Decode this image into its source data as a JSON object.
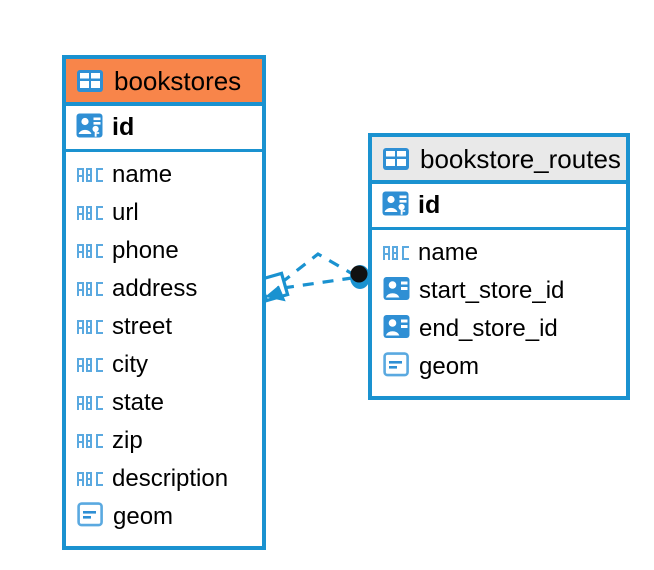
{
  "diagram": {
    "type": "entity-relationship-diagram",
    "colors": {
      "border": "#1a92d0",
      "highlight_header": "#f8854a",
      "default_header": "#e9e9e9",
      "icon_blue": "#2f8fd4",
      "icon_light_blue": "#5aa9e0",
      "text": "#000000",
      "background": "#ffffff",
      "endpoint_dark": "#111111"
    }
  },
  "entities": [
    {
      "name": "bookstores",
      "header_icon": "table-icon",
      "header_state": "selected",
      "primary_key": {
        "label": "id",
        "icon": "primary-key-icon"
      },
      "fields": [
        {
          "label": "name",
          "icon": "abc-text-icon"
        },
        {
          "label": "url",
          "icon": "abc-text-icon"
        },
        {
          "label": "phone",
          "icon": "abc-text-icon"
        },
        {
          "label": "address",
          "icon": "abc-text-icon"
        },
        {
          "label": "street",
          "icon": "abc-text-icon"
        },
        {
          "label": "city",
          "icon": "abc-text-icon"
        },
        {
          "label": "state",
          "icon": "abc-text-icon"
        },
        {
          "label": "zip",
          "icon": "abc-text-icon"
        },
        {
          "label": "description",
          "icon": "abc-text-icon"
        },
        {
          "label": "geom",
          "icon": "geometry-icon"
        }
      ]
    },
    {
      "name": "bookstore_routes",
      "header_icon": "table-icon",
      "header_state": "normal",
      "primary_key": {
        "label": "id",
        "icon": "primary-key-icon"
      },
      "fields": [
        {
          "label": "name",
          "icon": "abc-text-icon"
        },
        {
          "label": "start_store_id",
          "icon": "foreign-key-icon"
        },
        {
          "label": "end_store_id",
          "icon": "foreign-key-icon"
        },
        {
          "label": "geom",
          "icon": "geometry-icon"
        }
      ]
    }
  ],
  "relationship": {
    "source_entity": "bookstores",
    "target_entity": "bookstore_routes",
    "source_marker": "diamond-marker",
    "target_marker": "filled-circle-marker",
    "line_style": "dashed",
    "connector_count": 2
  },
  "icon_glyphs": {
    "abc-text-icon": "ABC"
  }
}
